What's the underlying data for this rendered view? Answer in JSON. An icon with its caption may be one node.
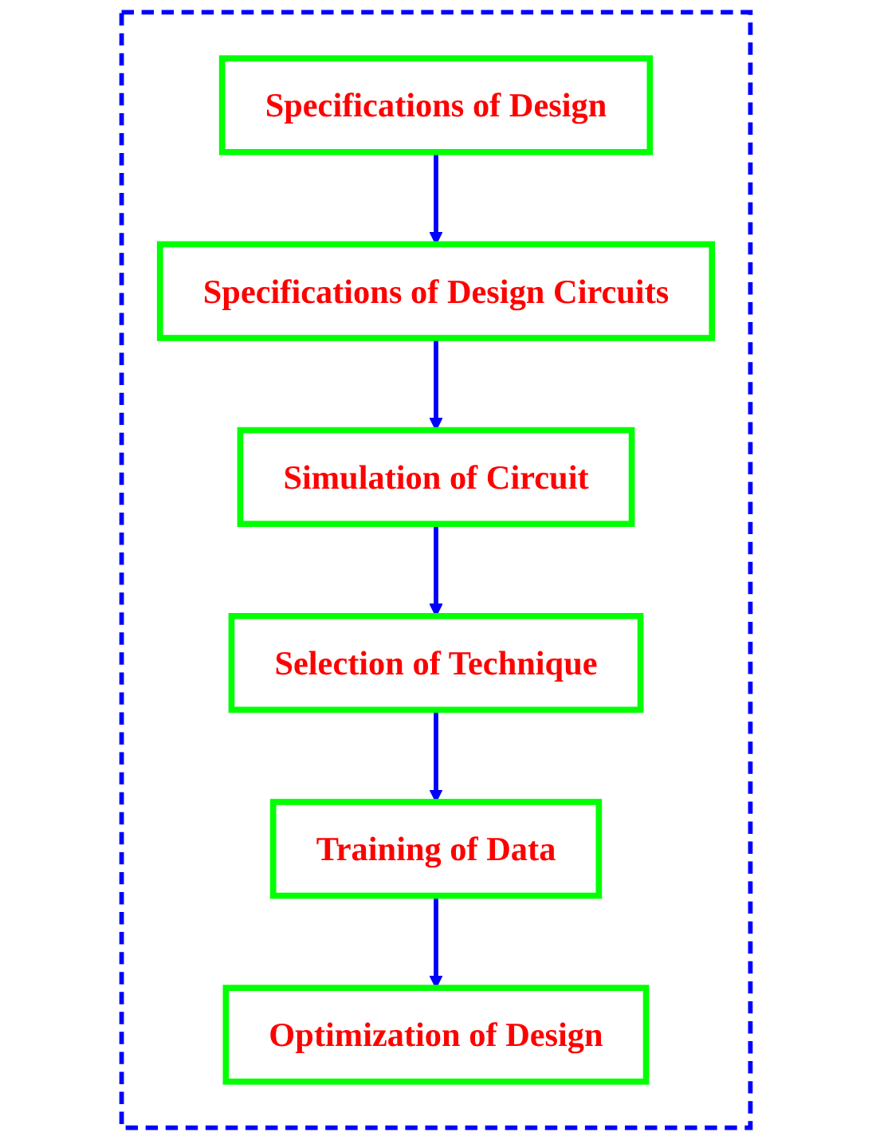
{
  "diagram": {
    "nodes": [
      {
        "text": [],
        "shape": "box"
      },
      {
        "text": [
          "Specifications of Design"
        ],
        "in": 0
      },
      {
        "text": [
          "Specifications of Design Circuits"
        ],
        "in": 0
      },
      {
        "text": [
          "Simulation of Circuit"
        ],
        "in": 0
      },
      {
        "text": [
          "Selection of Technique"
        ],
        "in": 0
      },
      {
        "text": [
          "Training of Data"
        ],
        "in": 0
      },
      {
        "text": [
          "Optimization of Design"
        ],
        "in": 0
      }
    ],
    "edges": [
      {
        "from": 1,
        "to": 2,
        "arrow": "to"
      },
      {
        "from": 2,
        "to": 3,
        "arrow": "to"
      },
      {
        "from": 3,
        "to": 4,
        "arrow": "to"
      },
      {
        "from": 4,
        "to": 5,
        "arrow": "to"
      },
      {
        "from": 5,
        "to": 6,
        "arrow": "to"
      }
    ]
  }
}
